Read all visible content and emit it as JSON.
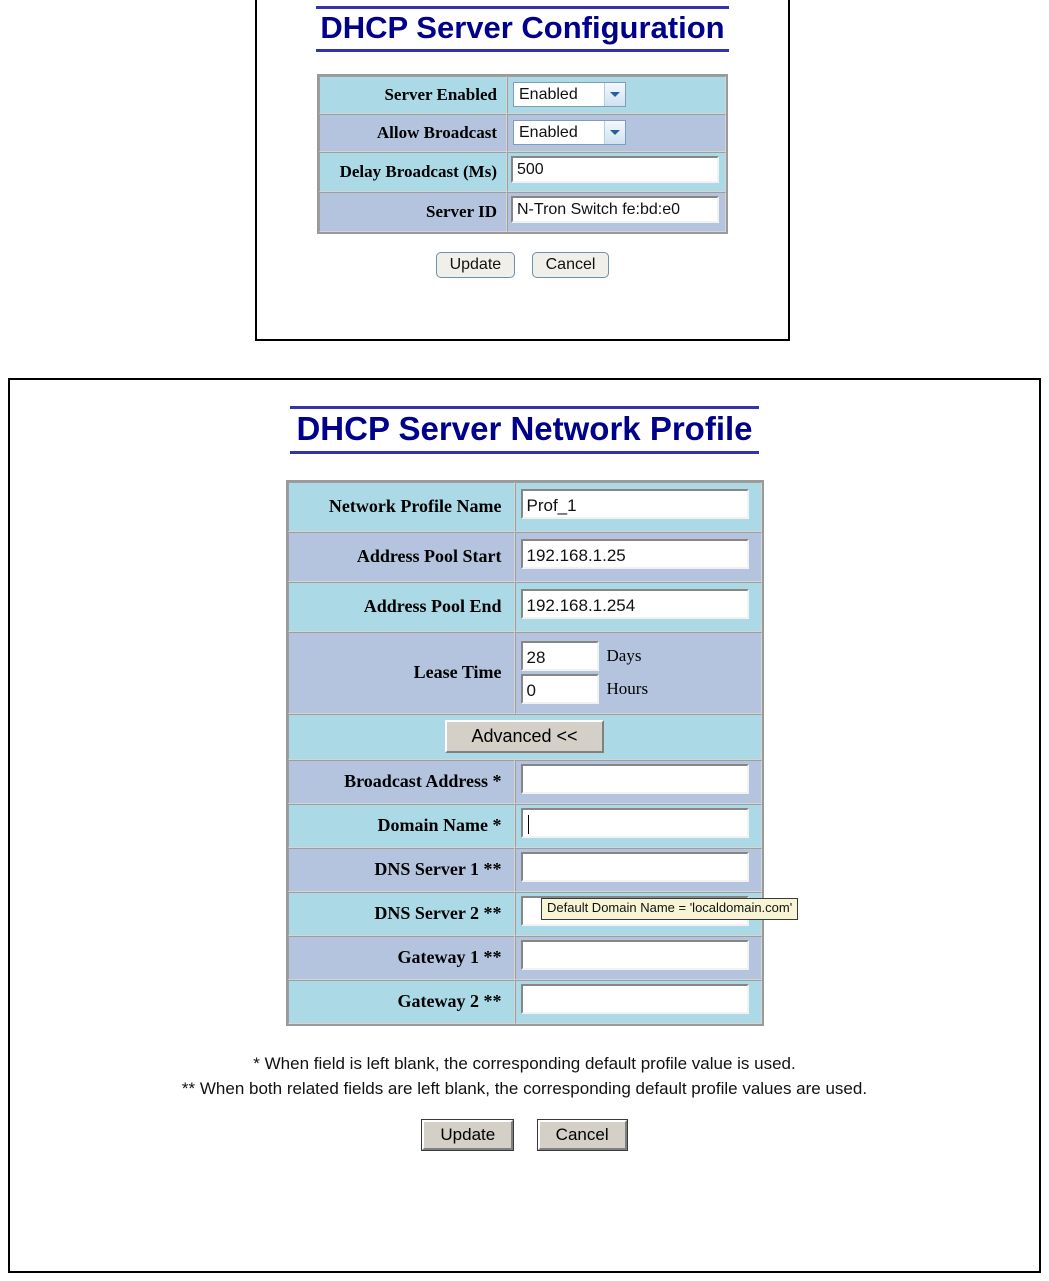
{
  "server_config": {
    "title": "DHCP Server Configuration",
    "rows": [
      {
        "label": "Server Enabled",
        "type": "select",
        "value": "Enabled"
      },
      {
        "label": "Allow Broadcast",
        "type": "select",
        "value": "Enabled"
      },
      {
        "label": "Delay Broadcast (Ms)",
        "type": "text",
        "value": "500"
      },
      {
        "label": "Server ID",
        "type": "text",
        "value": "N-Tron Switch fe:bd:e0"
      }
    ],
    "buttons": {
      "update": "Update",
      "cancel": "Cancel"
    }
  },
  "network_profile": {
    "title": "DHCP Server Network Profile",
    "rows": [
      {
        "label": "Network Profile Name",
        "value": "Prof_1"
      },
      {
        "label": "Address Pool Start",
        "value": "192.168.1.25"
      },
      {
        "label": "Address Pool End",
        "value": "192.168.1.254"
      }
    ],
    "lease_time": {
      "label": "Lease Time",
      "days_value": "28",
      "days_unit": "Days",
      "hours_value": "0",
      "hours_unit": "Hours"
    },
    "advanced_button": "Advanced  <<",
    "advanced_rows": [
      {
        "label": "Broadcast Address *",
        "value": ""
      },
      {
        "label": "Domain Name *",
        "value": ""
      },
      {
        "label": "DNS Server 1 **",
        "value": ""
      },
      {
        "label": "DNS Server 2 **",
        "value": ""
      },
      {
        "label": "Gateway 1 **",
        "value": ""
      },
      {
        "label": "Gateway 2 **",
        "value": ""
      }
    ],
    "tooltip": "Default Domain Name = 'localdomain.com'",
    "notes": [
      "* When field is left blank, the corresponding default profile value is used.",
      "** When both related fields are left blank, the corresponding default profile values are used."
    ],
    "buttons": {
      "update": "Update",
      "cancel": "Cancel"
    }
  },
  "colors": {
    "title_blue": "#00008B",
    "row_a": "#ABD9E6",
    "row_b": "#B4C4DF",
    "tooltip_bg": "#F8F5D7"
  }
}
